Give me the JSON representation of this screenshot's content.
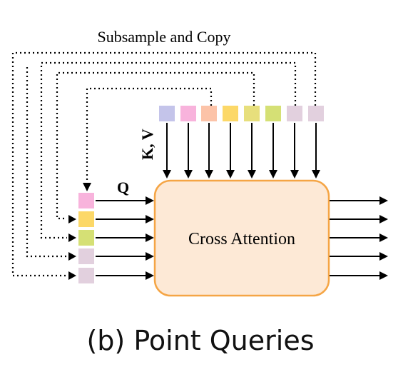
{
  "title": "Subsample and Copy",
  "kv_label": "K, V",
  "q_label": "Q",
  "box_label": "Cross Attention",
  "caption": "(b) Point Queries",
  "colors": {
    "box_fill": "#fde9d6",
    "box_stroke": "#f5a545",
    "kv_tokens": [
      "#84d8f5",
      "#c4c4ea",
      "#f8b3dc",
      "#fcc3a8",
      "#fcd868",
      "#e7df7c",
      "#d5e075",
      "#e2d0de"
    ],
    "q_tokens": [
      "#84d8f5",
      "#f8b3dc",
      "#fcd868",
      "#d5e075",
      "#e2d0de"
    ]
  }
}
